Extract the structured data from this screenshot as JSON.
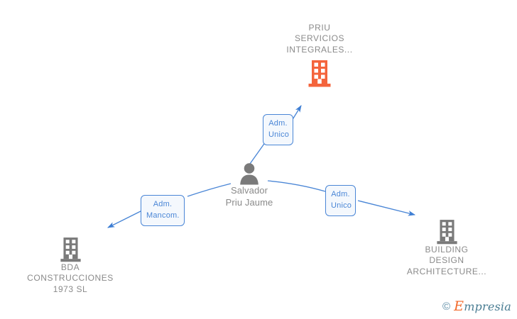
{
  "diagram": {
    "type": "relationship-graph",
    "background_color": "#ffffff",
    "nodes": [
      {
        "id": "priu-servicios",
        "kind": "company",
        "label": "PRIU\nSERVICIOS\nINTEGRALES...",
        "icon": "building-icon",
        "icon_color": "#f4643c",
        "text_color": "#8a8a8a",
        "position": "top-center"
      },
      {
        "id": "salvador-priu-jaume",
        "kind": "person",
        "label": "Salvador\nPriu Jaume",
        "icon": "person-icon",
        "icon_color": "#7a7a7a",
        "text_color": "#8a8a8a",
        "position": "center"
      },
      {
        "id": "bda-construcciones",
        "kind": "company",
        "label": "BDA\nCONSTRUCCIONES\n1973 SL",
        "icon": "building-icon",
        "icon_color": "#7a7a7a",
        "text_color": "#8a8a8a",
        "position": "bottom-left"
      },
      {
        "id": "building-design",
        "kind": "company",
        "label": "BUILDING\nDESIGN\nARCHITECTURE...",
        "icon": "building-icon",
        "icon_color": "#7a7a7a",
        "text_color": "#8a8a8a",
        "position": "bottom-right"
      }
    ],
    "edges": [
      {
        "id": "edge-to-priu-servicios",
        "from": "salvador-priu-jaume",
        "to": "priu-servicios",
        "label": "Adm.\nUnico",
        "color": "#4a86d6"
      },
      {
        "id": "edge-to-bda-construcciones",
        "from": "salvador-priu-jaume",
        "to": "bda-construcciones",
        "label": "Adm.\nMancom.",
        "color": "#4a86d6"
      },
      {
        "id": "edge-to-building-design",
        "from": "salvador-priu-jaume",
        "to": "building-design",
        "label": "Adm.\nUnico",
        "color": "#4a86d6"
      }
    ]
  },
  "watermark": {
    "copyright_symbol": "©",
    "brand_initial": "E",
    "brand_rest": "mpresia",
    "brand_full": "Empresia",
    "initial_color": "#f26a2b",
    "text_color": "#4a7d93"
  }
}
